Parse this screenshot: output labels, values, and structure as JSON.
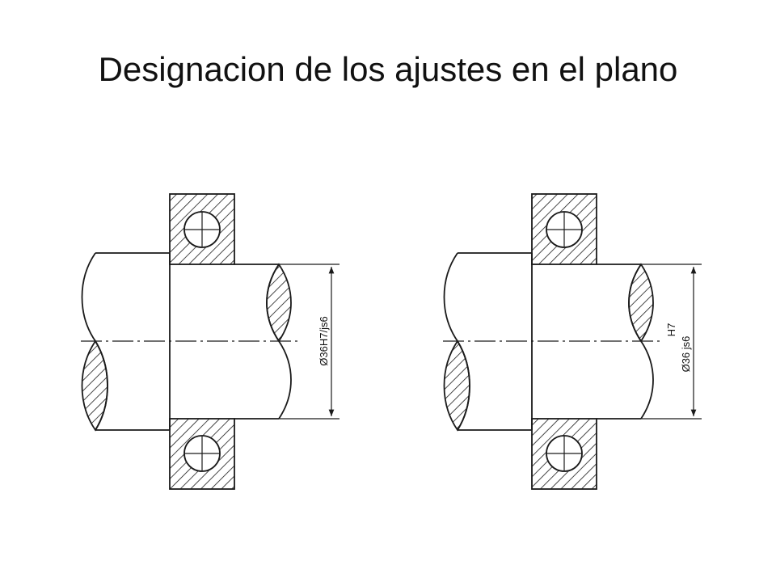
{
  "slide": {
    "title": "Designacion de los ajustes en el plano"
  },
  "drawings": [
    {
      "label": "Ø36H7/js6"
    },
    {
      "label_hole": "H7",
      "label_shaft": "Ø36 js6"
    }
  ],
  "colors": {
    "line": "#1a1a1a",
    "background": "#ffffff"
  }
}
